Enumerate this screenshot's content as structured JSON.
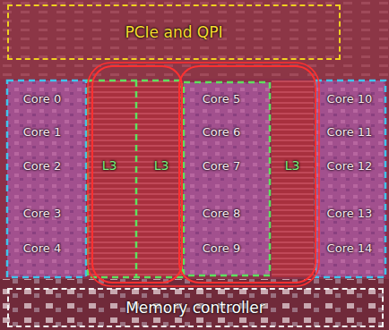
{
  "diagram": {
    "nodes": [
      {
        "text": [
          "PCIe and QPI"
        ]
      },
      {
        "text": [
          "Memory controller"
        ]
      }
    ],
    "labels": [
      "Core 0",
      "Core 1",
      "Core 2",
      "Core 3",
      "Core 4",
      "L3",
      "L3",
      "Core 5",
      "Core 6",
      "Core 7",
      "Core 8",
      "Core 9",
      "L3",
      "Core 10",
      "Core 11",
      "Core 12",
      "Core 13",
      "Core 14"
    ]
  }
}
